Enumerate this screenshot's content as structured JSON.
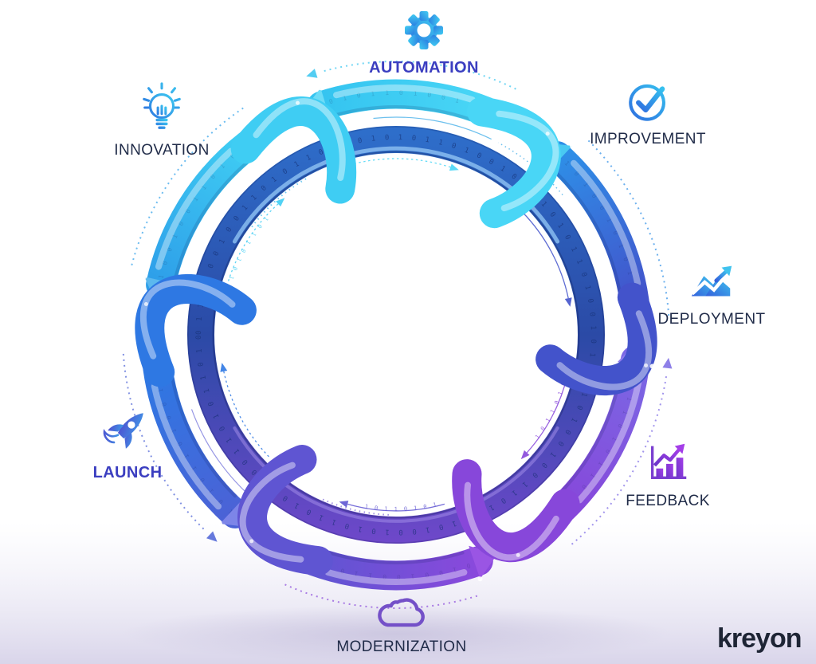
{
  "page": {
    "background": "#ffffff"
  },
  "brand": {
    "logo_text": "kreyon"
  },
  "stages": [
    {
      "id": "automation",
      "label": "AUTOMATION",
      "icon": "gear-icon",
      "emphasis": true
    },
    {
      "id": "innovation",
      "label": "INNOVATION",
      "icon": "lightbulb-icon",
      "emphasis": false
    },
    {
      "id": "improvement",
      "label": "IMPROVEMENT",
      "icon": "check-circle-icon",
      "emphasis": false
    },
    {
      "id": "deployment",
      "label": "DEPLOYMENT",
      "icon": "growth-chart-icon",
      "emphasis": false
    },
    {
      "id": "feedback",
      "label": "FEEDBACK",
      "icon": "bar-chart-icon",
      "emphasis": false
    },
    {
      "id": "modernization",
      "label": "MODERNIZATION",
      "icon": "cloud-icon",
      "emphasis": false
    },
    {
      "id": "launch",
      "label": "LAUNCH",
      "icon": "rocket-icon",
      "emphasis": true
    }
  ],
  "colors": {
    "accent_label": "#3b3ec0",
    "dark_label": "#212c49",
    "logo_color": "#1e2535",
    "cyan": "#35c4f0",
    "blue": "#2e78e3",
    "indigo": "#4353cb",
    "purple": "#8747da",
    "floor_shadow": "#d9d5ea"
  },
  "diagram": {
    "flow_direction": "counter-clockwise",
    "binary_pattern": "0 1 1 0 1 0 0 1 0 0 1 1 0 1 0 1 1 0 1 0 0 1 0 1 ",
    "micro_binary": "1 0 1 1 0 1 0 1 0 1",
    "ring": {
      "top_color": "#2e6fcb",
      "mid_color": "#2b4aa6",
      "bottom_color": "#6f48ca"
    },
    "segments": [
      {
        "name": "top",
        "hook_angle": 58,
        "start_color": "#49d6f6",
        "end_color": "#35c4f0",
        "head_color": "#6cdcf7"
      },
      {
        "name": "upper-left",
        "hook_angle": 118,
        "start_color": "#3fcdf3",
        "end_color": "#2e9fe9",
        "head_color": "#5bb8ee"
      },
      {
        "name": "lower-left",
        "hook_angle": 178,
        "start_color": "#2e78e3",
        "end_color": "#4b62d6",
        "head_color": "#7d85e8"
      },
      {
        "name": "bottom",
        "hook_angle": 240,
        "start_color": "#5f55d2",
        "end_color": "#8a49dc",
        "head_color": "#9a55e4"
      },
      {
        "name": "lower-right",
        "hook_angle": 304,
        "start_color": "#8747da",
        "end_color": "#7a68e4",
        "head_color": "#8f7cee"
      },
      {
        "name": "upper-right",
        "hook_angle": 358,
        "start_color": "#4353cb",
        "end_color": "#2e8fe7",
        "head_color": "#49c9f2"
      }
    ]
  }
}
